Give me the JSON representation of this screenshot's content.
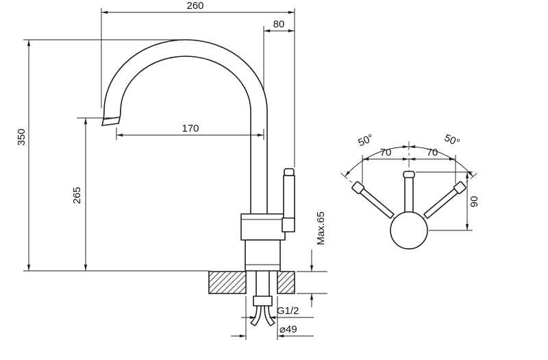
{
  "colors": {
    "line": "#1a1a1a",
    "background": "#ffffff"
  },
  "front_view": {
    "labels": {
      "overall_width": "260",
      "handle_offset": "80",
      "overall_height": "350",
      "spout_height": "265",
      "spout_reach": "170",
      "deck_thickness": "Max.65",
      "thread_size": "G1/2",
      "hole_diameter": "⌀49"
    }
  },
  "side_view": {
    "labels": {
      "left_angle": "50°",
      "right_angle": "50°",
      "left_offset": "70",
      "right_offset": "70",
      "handle_height": "90"
    }
  }
}
